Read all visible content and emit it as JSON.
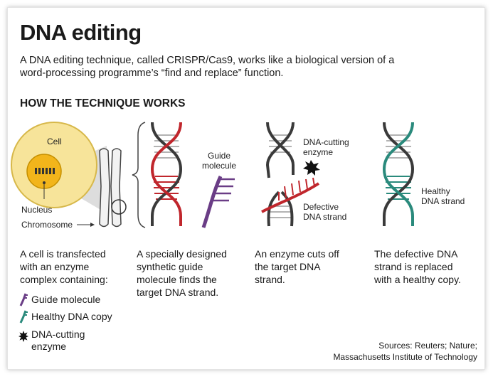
{
  "title": "DNA editing",
  "intro": "A DNA editing technique, called CRISPR/Cas9, works like a biological version of a word-processing programme’s “find and replace” function.",
  "section_heading": "HOW THE TECHNIQUE WORKS",
  "labels": {
    "cell": "Cell",
    "nucleus": "Nucleus",
    "chromosome": "Chromosome",
    "guide_molecule_line1": "Guide",
    "guide_molecule_line2": "molecule",
    "dna_cutting_line1": "DNA-cutting",
    "dna_cutting_line2": "enzyme",
    "defective_line1": "Defective",
    "defective_line2": "DNA strand",
    "healthy_line1": "Healthy",
    "healthy_line2": "DNA strand"
  },
  "steps": [
    {
      "lines": [
        "A cell is transfected",
        "with an enzyme",
        "complex containing:"
      ]
    },
    {
      "lines": [
        "A specially designed",
        "synthetic guide",
        "molecule finds the",
        "target DNA strand."
      ]
    },
    {
      "lines": [
        "An enzyme cuts off",
        "the target DNA",
        "strand."
      ]
    },
    {
      "lines": [
        "The defective DNA",
        "strand is replaced",
        "with a healthy copy."
      ]
    }
  ],
  "legend": [
    {
      "label": "Guide molecule",
      "icon": "guide-molecule-icon"
    },
    {
      "label": "Healthy DNA copy",
      "icon": "healthy-dna-icon"
    },
    {
      "label_line1": "DNA-cutting",
      "label_line2": "enzyme",
      "icon": "enzyme-star-icon"
    }
  ],
  "sources": {
    "line1": "Sources: Reuters; Nature;",
    "line2": "Massachusetts Institute of Technology"
  },
  "colors": {
    "cell_fill": "#f7e49a",
    "cell_stroke": "#d7b84a",
    "nucleus": "#f2b51b",
    "strand": "#3a3a3a",
    "rungs": "#9a9a9a",
    "defective": "#c0262c",
    "guide": "#6a3d86",
    "healthy": "#2a8a7c"
  }
}
